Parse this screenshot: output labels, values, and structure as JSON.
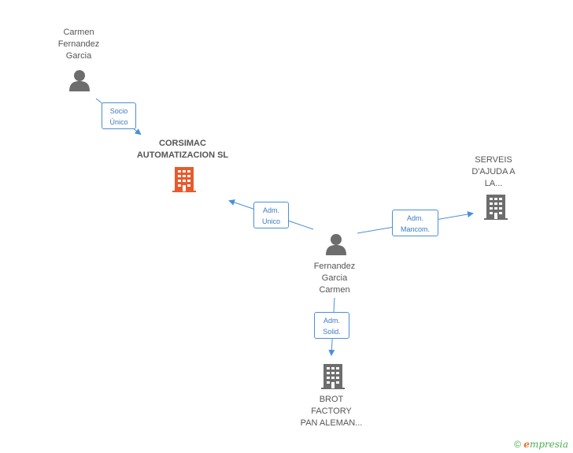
{
  "nodes": {
    "person_top": {
      "name": "Carmen\nFernandez\nGarcia",
      "icon": "person-icon"
    },
    "company_main": {
      "name": "CORSIMAC\nAUTOMATIZACION SL",
      "icon": "building-icon",
      "color": "#e85a2c"
    },
    "person_center": {
      "name": "Fernandez\nGarcia\nCarmen",
      "icon": "person-icon"
    },
    "company_right": {
      "name": "SERVEIS\nD'AJUDA A\nLA...",
      "icon": "building-icon",
      "color": "#6d6d6d"
    },
    "company_bottom": {
      "name": "BROT\nFACTORY\nPAN ALEMAN...",
      "icon": "building-icon",
      "color": "#6d6d6d"
    }
  },
  "edges": {
    "socio": "Socio\nÚnico",
    "adm_unico": "Adm.\nUnico",
    "adm_mancom": "Adm.\nMancom.",
    "adm_solid": "Adm.\nSolid."
  },
  "colors": {
    "edge": "#4a90d9",
    "icon_gray": "#6d6d6d",
    "accent": "#e85a2c"
  },
  "footer": {
    "copyright": "©",
    "brand_first": "e",
    "brand_rest": "mpresia"
  }
}
